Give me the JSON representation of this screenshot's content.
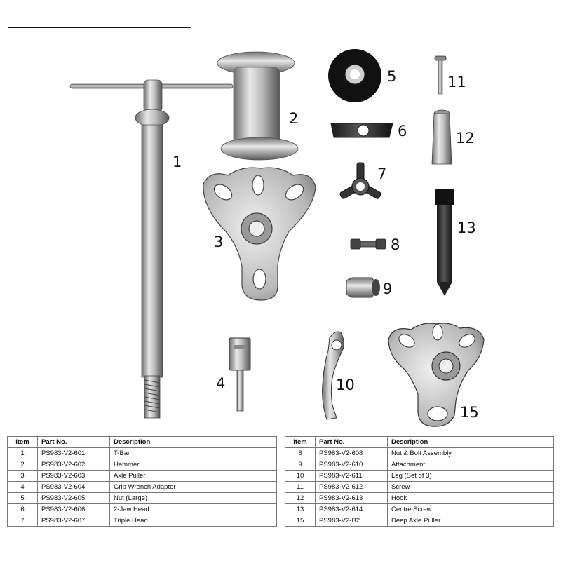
{
  "callouts": [
    "1",
    "2",
    "3",
    "4",
    "5",
    "6",
    "7",
    "8",
    "9",
    "10",
    "11",
    "12",
    "13",
    "15"
  ],
  "table": {
    "headers": [
      "Item",
      "Part No.",
      "Description"
    ],
    "left_rows": [
      {
        "item": "1",
        "part": "PS983-V2-601",
        "desc": "T-Bar"
      },
      {
        "item": "2",
        "part": "PS983-V2-602",
        "desc": "Hammer"
      },
      {
        "item": "3",
        "part": "PS983-V2-603",
        "desc": "Axle Puller"
      },
      {
        "item": "4",
        "part": "PS983-V2-604",
        "desc": "Grip Wrench Adaptor"
      },
      {
        "item": "5",
        "part": "PS983-V2-605",
        "desc": "Nut (Large)"
      },
      {
        "item": "6",
        "part": "PS983-V2-606",
        "desc": "2-Jaw Head"
      },
      {
        "item": "7",
        "part": "PS983-V2-607",
        "desc": "Triple Head"
      }
    ],
    "right_rows": [
      {
        "item": "8",
        "part": "PS983-V2-608",
        "desc": "Nut & Bolt Assembly"
      },
      {
        "item": "9",
        "part": "PS983-V2-610",
        "desc": "Attachment"
      },
      {
        "item": "10",
        "part": "PS983-V2-611",
        "desc": "Leg (Set of 3)"
      },
      {
        "item": "11",
        "part": "PS983-V2-612",
        "desc": "Screw"
      },
      {
        "item": "12",
        "part": "PS983-V2-613",
        "desc": "Hook"
      },
      {
        "item": "13",
        "part": "PS983-V2-614",
        "desc": "Centre Screw"
      },
      {
        "item": "15",
        "part": "PS983-V2-B2",
        "desc": "Deep Axle Puller"
      }
    ]
  }
}
